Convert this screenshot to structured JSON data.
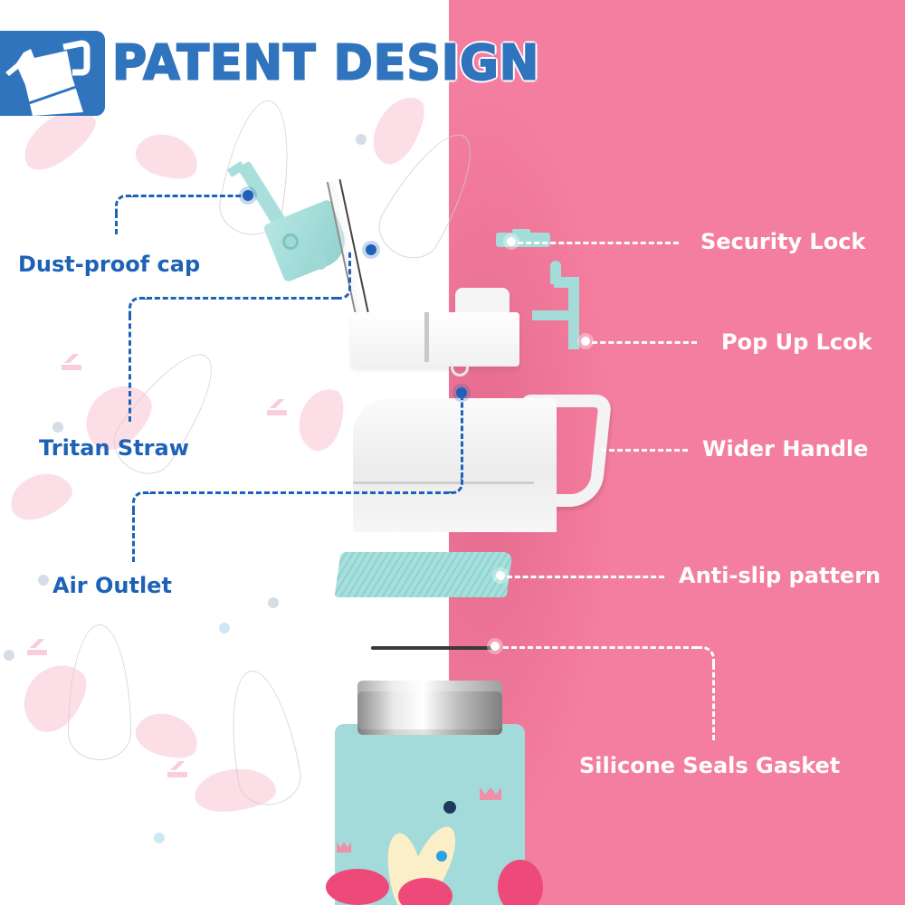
{
  "header": {
    "title": "PATENT DESIGN",
    "icon": "bottle-icon",
    "icon_bg_color": "#2f74bd"
  },
  "colors": {
    "left_bg": "#ffffff",
    "right_bg": "#f47e9f",
    "left_label": "#1e62b8",
    "right_label": "#ffffff",
    "teal_part": "#9fdcd9"
  },
  "labels": {
    "left": [
      {
        "id": "dust-proof-cap",
        "text": "Dust-proof cap"
      },
      {
        "id": "tritan-straw",
        "text": "Tritan Straw"
      },
      {
        "id": "air-outlet",
        "text": "Air Outlet"
      }
    ],
    "right": [
      {
        "id": "security-lock",
        "text": "Security Lock"
      },
      {
        "id": "pop-up-lock",
        "text": "Pop Up Lcok"
      },
      {
        "id": "wider-handle",
        "text": "Wider Handle"
      },
      {
        "id": "anti-slip-pattern",
        "text": "Anti-slip pattern"
      },
      {
        "id": "silicone-seals-gasket",
        "text": "Silicone Seals Gasket"
      }
    ]
  }
}
